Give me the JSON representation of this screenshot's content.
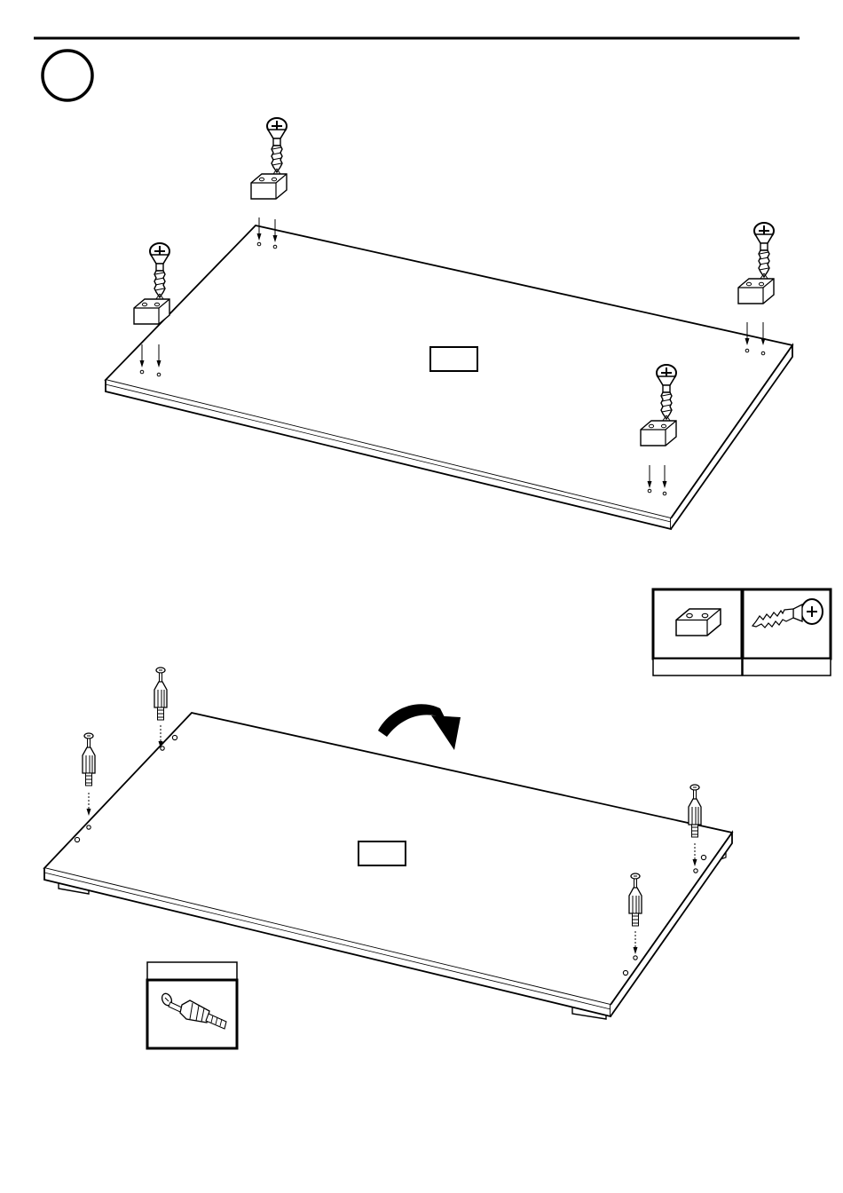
{
  "page": {
    "step_number": "",
    "stroke_color": "#000000",
    "fill_color": "#ffffff",
    "shadow_color": "#dcdcdc"
  },
  "upper_panel": {
    "part_label": "",
    "hardware": [
      "wood-block-and-screw",
      "wood-block-and-screw",
      "wood-block-and-screw",
      "wood-block-and-screw"
    ]
  },
  "lower_panel": {
    "part_label": "",
    "hardware": [
      "cam-bolt",
      "cam-bolt",
      "cam-bolt",
      "cam-bolt"
    ],
    "flip_direction_icon": "curved-arrow-icon"
  },
  "parts_legend": {
    "block": {
      "icon": "wood-block-icon",
      "quantity": ""
    },
    "screw": {
      "icon": "screw-icon",
      "quantity": ""
    },
    "cam_bolt": {
      "icon": "cam-bolt-icon",
      "quantity": ""
    }
  }
}
